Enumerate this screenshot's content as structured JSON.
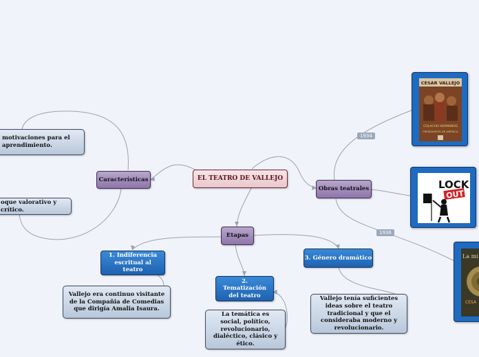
{
  "central": {
    "label": "EL TEATRO DE VALLEJO"
  },
  "caracteristicas": {
    "label": "Características",
    "items": [
      "motivaciones para el aprendimiento.",
      "oque valorativo y crítico."
    ]
  },
  "obras": {
    "label": "Obras teatrales",
    "tags": [
      "1934",
      "1936"
    ],
    "images": {
      "book1": {
        "title": "CESAR VALLEJO",
        "sub1": "COLACHO HERMANOS",
        "sub2": "PRESIDENTES DE AMÉRICA"
      },
      "book2": {
        "line1": "LOCK",
        "line2": "OUT"
      },
      "book3": {
        "line1": "La mi",
        "line2": "CESA"
      }
    }
  },
  "etapas": {
    "label": "Etapas",
    "stages": [
      {
        "title": "1. Indiferencia escritual al teatro",
        "detail": "Vallejo era continuo visitante de la Compañia de Comedias que dirigía Amalia Isaura."
      },
      {
        "title": "2. Tematización del teatro",
        "detail": "La temática es social, político, revolucionario, dialéctico, clásico y ético."
      },
      {
        "title": "3. Género dramático",
        "detail": "Vallejo tenía suficientes ideas sobre el teatro tradicional y que el consideraba moderno y revolucionario."
      }
    ]
  },
  "colors": {
    "background": "#f1f3fb",
    "central_fill": "#e7c7ca",
    "purple_fill": "#8e75ab",
    "blue_fill": "#1e62b0",
    "light_fill": "#b8c8da",
    "connector": "#9aa0ad"
  }
}
